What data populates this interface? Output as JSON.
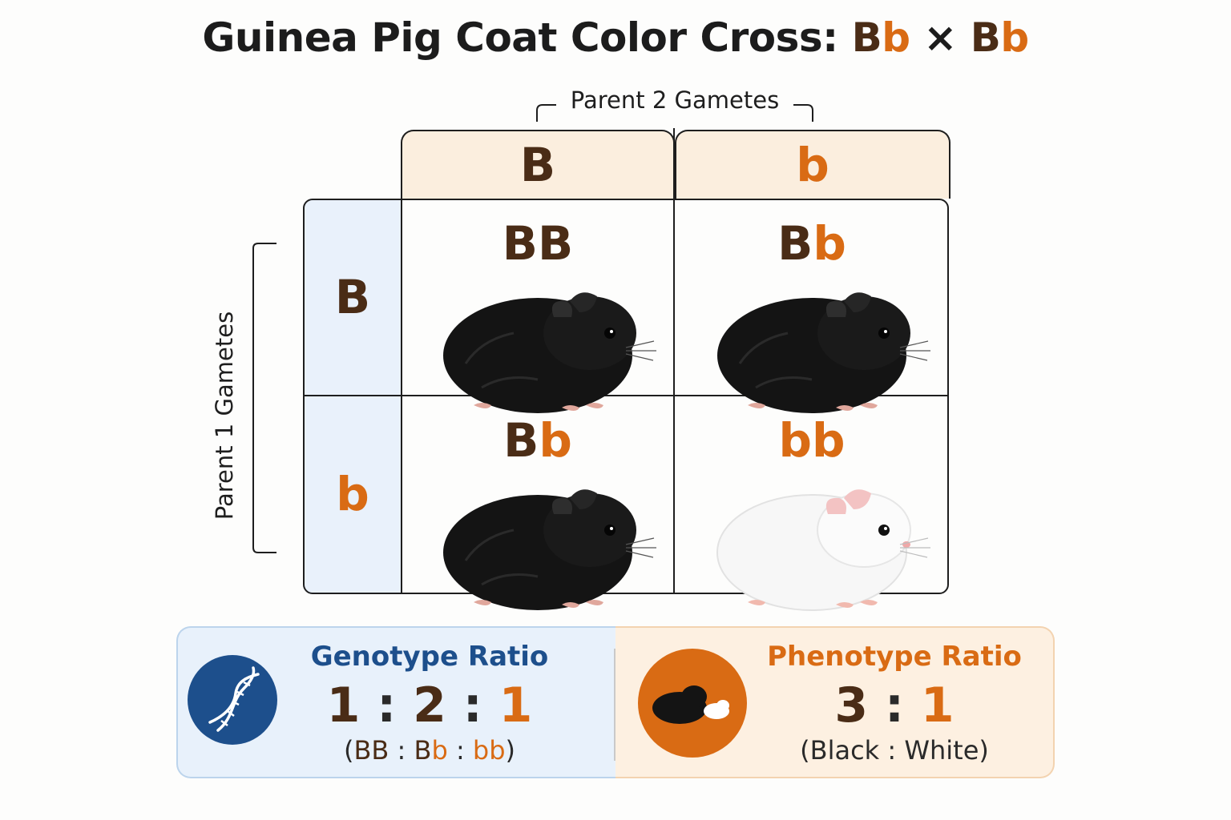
{
  "title": {
    "main": "Guinea Pig Coat Color Cross: ",
    "p1_dom": "B",
    "p1_rec": "b",
    "cross": " × ",
    "p2_dom": "B",
    "p2_rec": "b"
  },
  "parent2_label": "Parent 2 Gametes",
  "parent1_label": "Parent 1 Gametes",
  "columns": [
    {
      "allele": "B"
    },
    {
      "allele": "b"
    }
  ],
  "rows": [
    {
      "allele": "B"
    },
    {
      "allele": "b"
    }
  ],
  "cells": [
    {
      "a1": "B",
      "a2": "B",
      "phenotype": "black"
    },
    {
      "a1": "B",
      "a2": "b",
      "phenotype": "black"
    },
    {
      "a1": "B",
      "a2": "b",
      "phenotype": "black"
    },
    {
      "a1": "b",
      "a2": "b",
      "phenotype": "white"
    }
  ],
  "genotype": {
    "title": "Genotype Ratio",
    "r1": "1",
    "sep1": " : ",
    "r2": "2",
    "sep2": " : ",
    "r3": "1",
    "open": "(",
    "g1": "BB",
    "gsep1": " : ",
    "g2_dom": "B",
    "g2_rec": "b",
    "gsep2": " : ",
    "g3": "bb",
    "close": ")",
    "icon": "dna-icon"
  },
  "phenotype": {
    "title": "Phenotype Ratio",
    "r1": "3",
    "sep": " : ",
    "r2": "1",
    "sub": "(Black : White)",
    "icon": "guinea-pigs-icon"
  },
  "colors": {
    "dominant": "#4a2c16",
    "recessive": "#d96b14",
    "genotype_title": "#1d4f8c",
    "phenotype_title": "#d96b14",
    "dna_circle": "#1d4f8c",
    "pig_circle": "#d96b14"
  }
}
